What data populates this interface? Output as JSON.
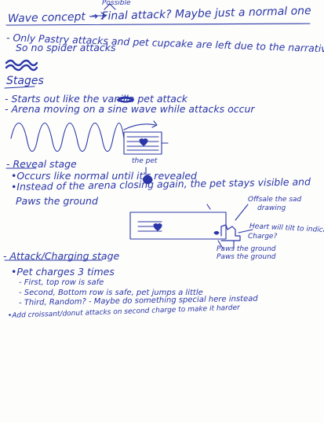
{
  "title": {
    "main": "Wave concept → Final attack? Maybe just a normal one",
    "insert": "Possible"
  },
  "intro": {
    "line1": "- Only Pastry attacks and pet cupcake are left due to the narrative,",
    "line2": "So no spider attacks"
  },
  "stages": {
    "heading": "Stages",
    "start": "- Starts out like the vanilla pet attack",
    "arena": "- Arena moving on a sine wave while attacks occur"
  },
  "reveal": {
    "heading": "- Reveal stage",
    "the_pet": "the pet",
    "b1": "•Occurs like normal until it's revealed",
    "b2": "•Instead of the arena closing again, the pet stays visible and",
    "b2_cont": "Paws the ground",
    "note_sad": "Offsale the sad",
    "note_drawing": "drawing",
    "note_tilt": "Heart will tilt to indicate",
    "note_charge": "Charge?",
    "note_paws1": "Paws the ground",
    "note_paws2": "Paws the ground"
  },
  "attack": {
    "heading": "- Attack/Charging stage",
    "b1": "•Pet charges 3 times",
    "f1": "- First, top row is safe",
    "f2": "- Second, Bottom row is safe, pet jumps a little",
    "f3": "- Third, Random? - Maybe do something special here instead",
    "extra": "•Add croissant/donut attacks on second charge to make it harder"
  }
}
